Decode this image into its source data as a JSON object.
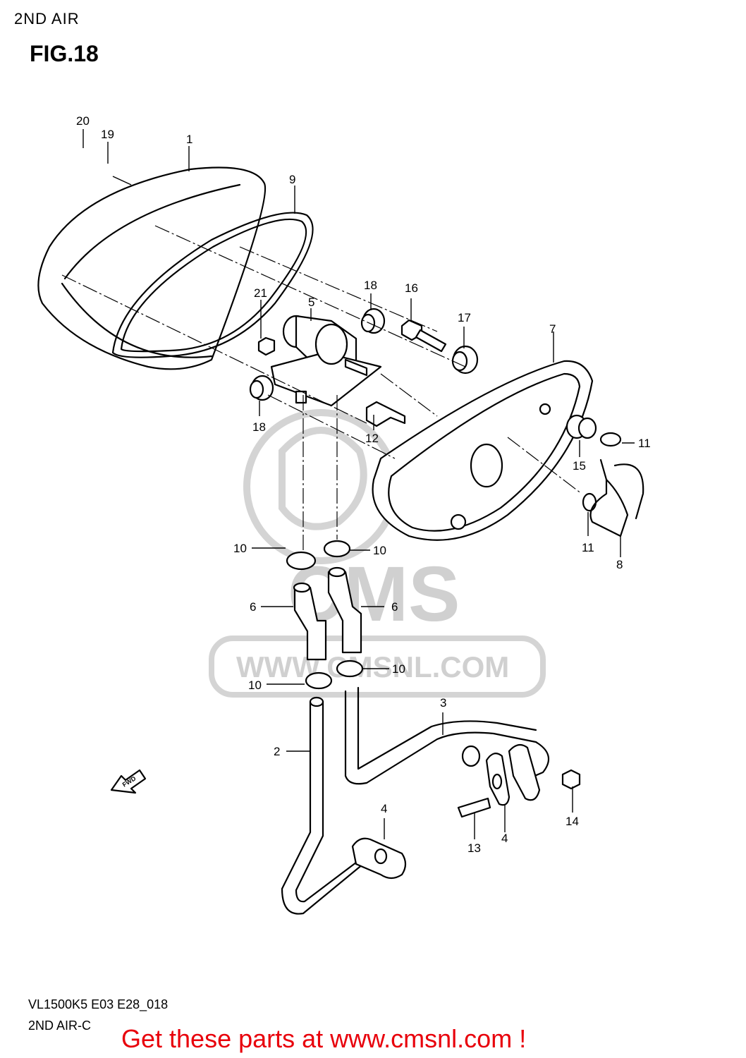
{
  "header": {
    "section_title": "2ND AIR",
    "figure_label": "FIG.18"
  },
  "footer": {
    "model_code": "VL1500K5 E03 E28_018",
    "diagram_code": "2ND AIR-C",
    "promo_text": "Get these parts at www.cmsnl.com !"
  },
  "watermark": {
    "logo_text": "CMS",
    "url_text": "WWW.CMSNL.COM"
  },
  "callouts": [
    "20",
    "19",
    "1",
    "9",
    "21",
    "5",
    "18",
    "16",
    "17",
    "7",
    "18",
    "12",
    "15",
    "11",
    "11",
    "8",
    "10",
    "10",
    "6",
    "6",
    "10",
    "10",
    "3",
    "2",
    "4",
    "4",
    "13",
    "14"
  ],
  "fwd_label": "FWD"
}
